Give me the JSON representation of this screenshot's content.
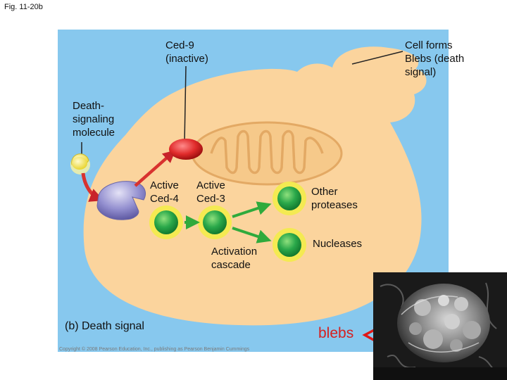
{
  "figure_number": "Fig. 11-20b",
  "labels": {
    "ced9": "Ced-9\n(inactive)",
    "cell_forms_blebs": "Cell forms\nBlebs (death\nsignal)",
    "death_signaling_molecule": "Death-\nsignaling\nmolecule",
    "active_ced4": "Active\nCed-4",
    "active_ced3": "Active\nCed-3",
    "other_proteases": "Other\nproteases",
    "nucleases": "Nucleases",
    "activation_cascade": "Activation\ncascade",
    "panel_caption": "(b) Death signal",
    "blebs": "blebs"
  },
  "credit": "Copyright © 2008 Pearson Education, Inc., publishing as Pearson Benjamin Cummings",
  "colors": {
    "background": "#87c8ee",
    "cell": "#fbd49d",
    "mitochondrion": "#f6c98a",
    "ced9": "#e02b2b",
    "protease_green": "#2aa84a",
    "glow_yellow": "#f4ea52",
    "signal_molecule": "#f4e860",
    "receptor": "#8c88c8",
    "arrow_green": "#2faa3c",
    "arrow_red": "#d8322f",
    "blebs_text": "#d61f1f"
  }
}
